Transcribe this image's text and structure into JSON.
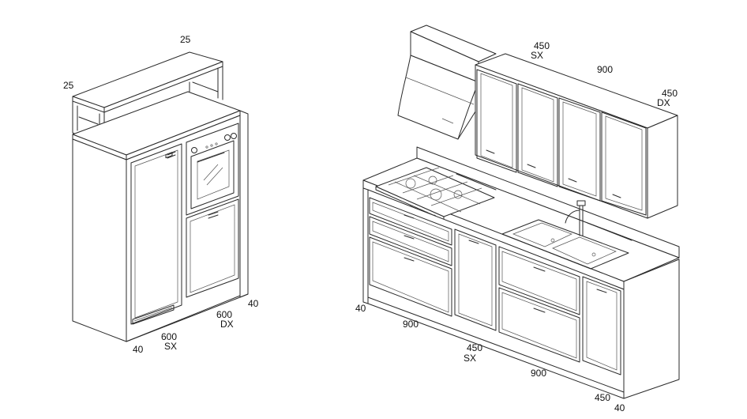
{
  "left_unit": {
    "labels": {
      "top_depth": "25",
      "side_depth": "25",
      "base_left": "40",
      "width_sx_value": "600",
      "width_sx_side": "SX",
      "width_dx_value": "600",
      "width_dx_side": "DX",
      "base_right": "40"
    }
  },
  "right_unit": {
    "labels": {
      "wall_sx_value": "450",
      "wall_sx_side": "SX",
      "wall_mid": "900",
      "wall_dx_value": "450",
      "wall_dx_side": "DX",
      "base_left": "40",
      "base_900a": "900",
      "base_450_value": "450",
      "base_450_side": "SX",
      "base_900b": "900",
      "base_450_end": "450",
      "base_right": "40"
    }
  }
}
